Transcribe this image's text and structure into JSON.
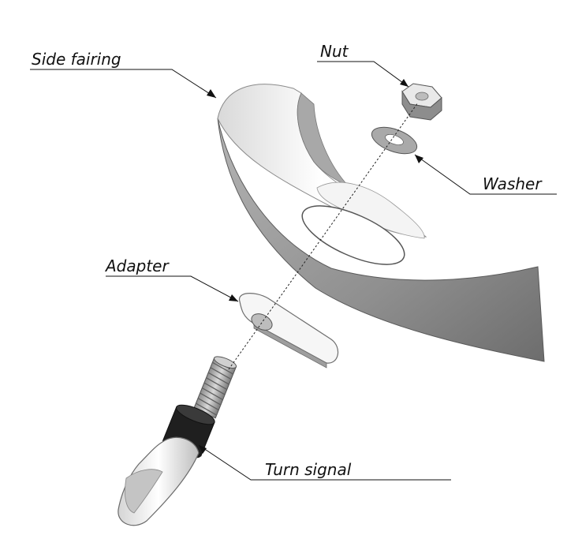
{
  "labels": {
    "side_fairing": "Side fairing",
    "nut": "Nut",
    "washer": "Washer",
    "adapter": "Adapter",
    "turn_signal": "Turn signal"
  },
  "colors": {
    "background": "#ffffff",
    "line": "#111111",
    "part_light": "#f2f2f2",
    "part_mid": "#9a9a9a",
    "part_dark": "#6e6e6e",
    "rubber": "#1e1e1e"
  }
}
